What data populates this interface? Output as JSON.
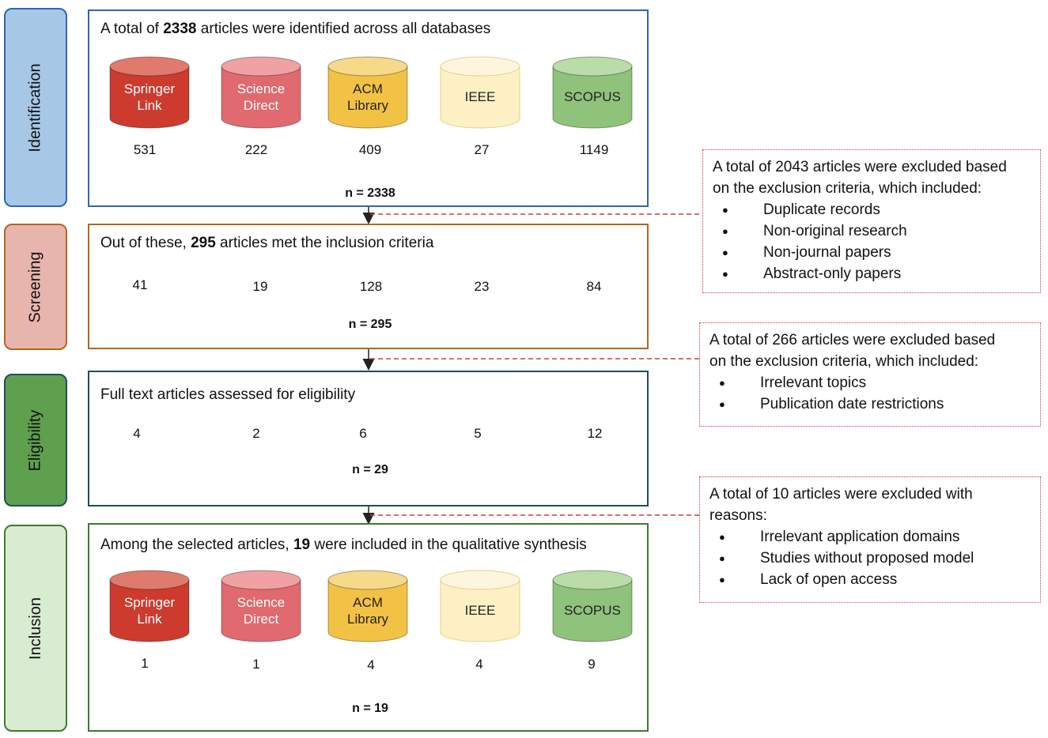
{
  "stages": [
    {
      "label": "Identification",
      "color": "#a7c7e7",
      "border": "#2f66b0"
    },
    {
      "label": "Screening",
      "color": "#e8b4ae",
      "border": "#b5651d"
    },
    {
      "label": "Eligibility",
      "color": "#5ea04e",
      "border": "#1f4e5a"
    },
    {
      "label": "Inclusion",
      "color": "#d8ecd2",
      "border": "#3f7a2f"
    }
  ],
  "databases": [
    {
      "line1": "Springer",
      "line2": "Link",
      "fill": "#cc3b2e",
      "top": "#e07a6d",
      "text": "#ffffff"
    },
    {
      "line1": "Science",
      "line2": "Direct",
      "fill": "#e06a6f",
      "top": "#efa1a3",
      "text": "#ffffff"
    },
    {
      "line1": "ACM",
      "line2": "Library",
      "fill": "#f2c244",
      "top": "#f7d98a",
      "text": "#222222"
    },
    {
      "line1": "IEEE",
      "line2": "",
      "fill": "#fdf0c4",
      "top": "#fef6dc",
      "text": "#222222"
    },
    {
      "line1": "SCOPUS",
      "line2": "",
      "fill": "#8fc27a",
      "top": "#b9dca9",
      "text": "#222222"
    }
  ],
  "identification": {
    "title_pre": "A total of ",
    "title_bold": "2338",
    "title_post": " articles were identified across all databases",
    "counts": [
      "531",
      "222",
      "409",
      "27",
      "1149"
    ],
    "total": "n = 2338"
  },
  "screening": {
    "title_pre": "Out of these, ",
    "title_bold": "295",
    "title_post": " articles met the inclusion criteria",
    "counts": [
      "41",
      "19",
      "128",
      "23",
      "84"
    ],
    "total": "n = 295"
  },
  "eligibility": {
    "title": "Full text articles assessed for eligibility",
    "counts": [
      "4",
      "2",
      "6",
      "5",
      "12"
    ],
    "total": "n = 29"
  },
  "inclusion": {
    "title_pre": "Among the selected articles, ",
    "title_bold": "19",
    "title_post": " were included in the qualitative synthesis",
    "counts": [
      "1",
      "1",
      "4",
      "4",
      "9"
    ],
    "total": "n = 19"
  },
  "exclusions": [
    {
      "line1": "A total of 2043 articles were excluded based",
      "line2": "on the exclusion criteria, which included:",
      "items": [
        "Duplicate records",
        "Non-original research",
        "Non-journal papers",
        "Abstract-only papers"
      ]
    },
    {
      "line1": "A total of 266 articles were excluded based",
      "line2": "on the exclusion criteria, which included:",
      "items": [
        "Irrelevant topics",
        "Publication date restrictions"
      ]
    },
    {
      "line1": "A total of 10 articles were excluded with",
      "line2": "reasons:",
      "items": [
        "Irrelevant application domains",
        "Studies without proposed model",
        "Lack of open access"
      ]
    }
  ]
}
